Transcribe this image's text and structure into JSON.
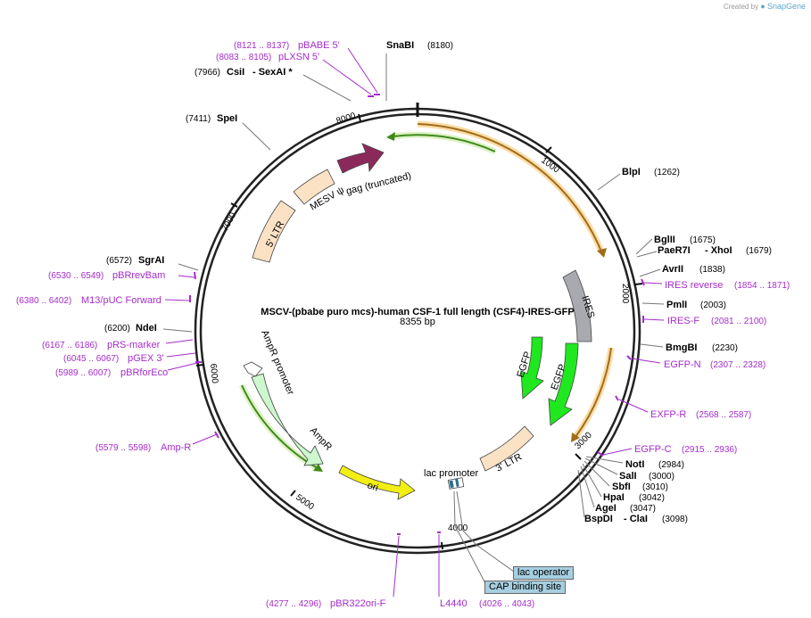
{
  "brand": {
    "created_by": "Created by",
    "name": "SnapGene"
  },
  "title": "MSCV-(pbabe puro mcs)-human CSF-1 full length (CSF4)-IRES-GFP",
  "size": "8355 bp",
  "ticks": [
    "1000",
    "2000",
    "3000",
    "4000",
    "5000",
    "6000",
    "7000",
    "8000"
  ],
  "enzymes": {
    "snabi": {
      "name": "SnaBI",
      "pos": "(8180)"
    },
    "csii": {
      "name": "CsiI",
      "pos": "(7966)",
      "extra": "- SexAI *"
    },
    "spei": {
      "name": "SpeI",
      "pos": "(7411)"
    },
    "blpi": {
      "name": "BlpI",
      "pos": "(1262)"
    },
    "bglii": {
      "name": "BglII",
      "pos": "(1675)"
    },
    "paer7i": {
      "name": "PaeR7I",
      "extra": "- XhoI",
      "pos": "(1679)"
    },
    "avrii": {
      "name": "AvrII",
      "pos": "(1838)"
    },
    "pmli": {
      "name": "PmlI",
      "pos": "(2003)"
    },
    "bmgbi": {
      "name": "BmgBI",
      "pos": "(2230)"
    },
    "noti": {
      "name": "NotI",
      "pos": "(2984)"
    },
    "sali": {
      "name": "SalI",
      "pos": "(3000)"
    },
    "sbfi": {
      "name": "SbfI",
      "pos": "(3010)"
    },
    "hpai": {
      "name": "HpaI",
      "pos": "(3042)"
    },
    "agei": {
      "name": "AgeI",
      "pos": "(3047)"
    },
    "bspdi": {
      "name": "BspDI",
      "extra": "- ClaI",
      "pos": "(3098)"
    },
    "sgrai": {
      "name": "SgrAI",
      "pos": "(6572)"
    },
    "ndei": {
      "name": "NdeI",
      "pos": "(6200)"
    }
  },
  "primers": {
    "pbabe5": {
      "name": "pBABE 5'",
      "pos": "(8121 .. 8137)"
    },
    "plxsn5": {
      "name": "pLXSN 5'",
      "pos": "(8083 .. 8105)"
    },
    "iresrev": {
      "name": "IRES reverse",
      "pos": "(1854 .. 1871)"
    },
    "iresf": {
      "name": "IRES-F",
      "pos": "(2081 .. 2100)"
    },
    "egfpn": {
      "name": "EGFP-N",
      "pos": "(2307 .. 2328)"
    },
    "exfpr": {
      "name": "EXFP-R",
      "pos": "(2568 .. 2587)"
    },
    "egfpc": {
      "name": "EGFP-C",
      "pos": "(2915 .. 2936)"
    },
    "pbrrevbam": {
      "name": "pBRrevBam",
      "pos": "(6530 .. 6549)"
    },
    "m13puc": {
      "name": "M13/pUC Forward",
      "pos": "(6380 .. 6402)"
    },
    "prsmarker": {
      "name": "pRS-marker",
      "pos": "(6167 .. 6186)"
    },
    "pgex3": {
      "name": "pGEX 3'",
      "pos": "(6045 .. 6067)"
    },
    "pbrforeco": {
      "name": "pBRforEco",
      "pos": "(5989 .. 6007)"
    },
    "ampr": {
      "name": "Amp-R",
      "pos": "(5579 .. 5598)"
    },
    "pbr322ori": {
      "name": "pBR322ori-F",
      "pos": "(4277 .. 4296)"
    },
    "l4440": {
      "name": "L4440",
      "pos": "(4026 .. 4043)"
    }
  },
  "features": {
    "ltr5": "5' LTR",
    "mesv": "MESV ψ",
    "gag": "gag (truncated)",
    "ires": "IRES",
    "egfp1": "EGFP",
    "egfp2": "EGFP",
    "ltr3": "3' LTR",
    "lacpromoter": "lac promoter",
    "ori": "ori",
    "ampr": "AmpR",
    "amprpromoter": "AmpR promoter",
    "lacoperator": "lac operator",
    "capsite": "CAP binding site"
  },
  "colors": {
    "ltr": "#fce2c4",
    "gag": "#8b2a5a",
    "ires": "#a8aab0",
    "egfp": "#1fe81f",
    "ori": "#f2ef13",
    "ampr": "#cdf7cd",
    "orf_orange": "#e8a038",
    "orf_green": "#5cb82c",
    "primer": "#a52ccc",
    "tag_box": "#a6cfe0"
  }
}
